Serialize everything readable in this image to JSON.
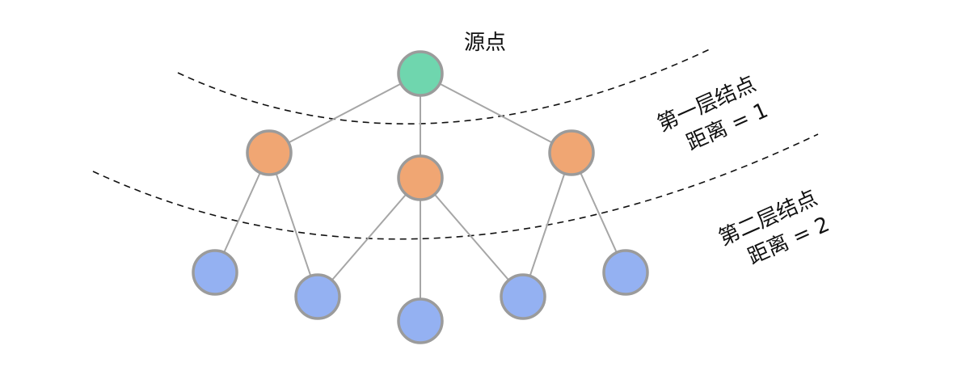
{
  "source_label": "源点",
  "layer1": {
    "title": "第一层结点",
    "distance": "距离 = 1"
  },
  "layer2": {
    "title": "第二层结点",
    "distance": "距离 = 2"
  },
  "colors": {
    "source": "#6fd6ae",
    "layer1": "#f0a673",
    "layer2": "#94b1f2",
    "node_stroke": "#9b9b9b",
    "edge": "#a6a6a6",
    "dashed": "#111111"
  },
  "nodes": [
    {
      "id": "s",
      "layer": 0
    },
    {
      "id": "a",
      "layer": 1
    },
    {
      "id": "b",
      "layer": 1
    },
    {
      "id": "c",
      "layer": 1
    },
    {
      "id": "d",
      "layer": 2
    },
    {
      "id": "e",
      "layer": 2
    },
    {
      "id": "f",
      "layer": 2
    },
    {
      "id": "g",
      "layer": 2
    },
    {
      "id": "h",
      "layer": 2
    }
  ],
  "edges": [
    [
      "s",
      "a"
    ],
    [
      "s",
      "b"
    ],
    [
      "s",
      "c"
    ],
    [
      "a",
      "d"
    ],
    [
      "a",
      "e"
    ],
    [
      "b",
      "e"
    ],
    [
      "b",
      "f"
    ],
    [
      "b",
      "g"
    ],
    [
      "c",
      "g"
    ],
    [
      "c",
      "h"
    ]
  ]
}
